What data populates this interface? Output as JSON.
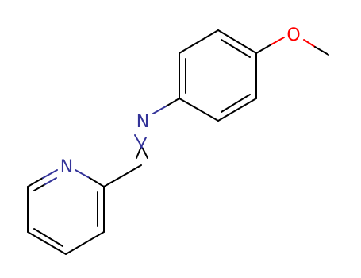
{
  "molecule": {
    "atoms": {
      "oxygen": "O",
      "imine_nitrogen": "N",
      "pyridine_nitrogen": "N"
    },
    "colors": {
      "bond": "#000000",
      "oxygen": "#ff0000",
      "nitrogen": "#333399",
      "background": "#ffffff"
    }
  }
}
